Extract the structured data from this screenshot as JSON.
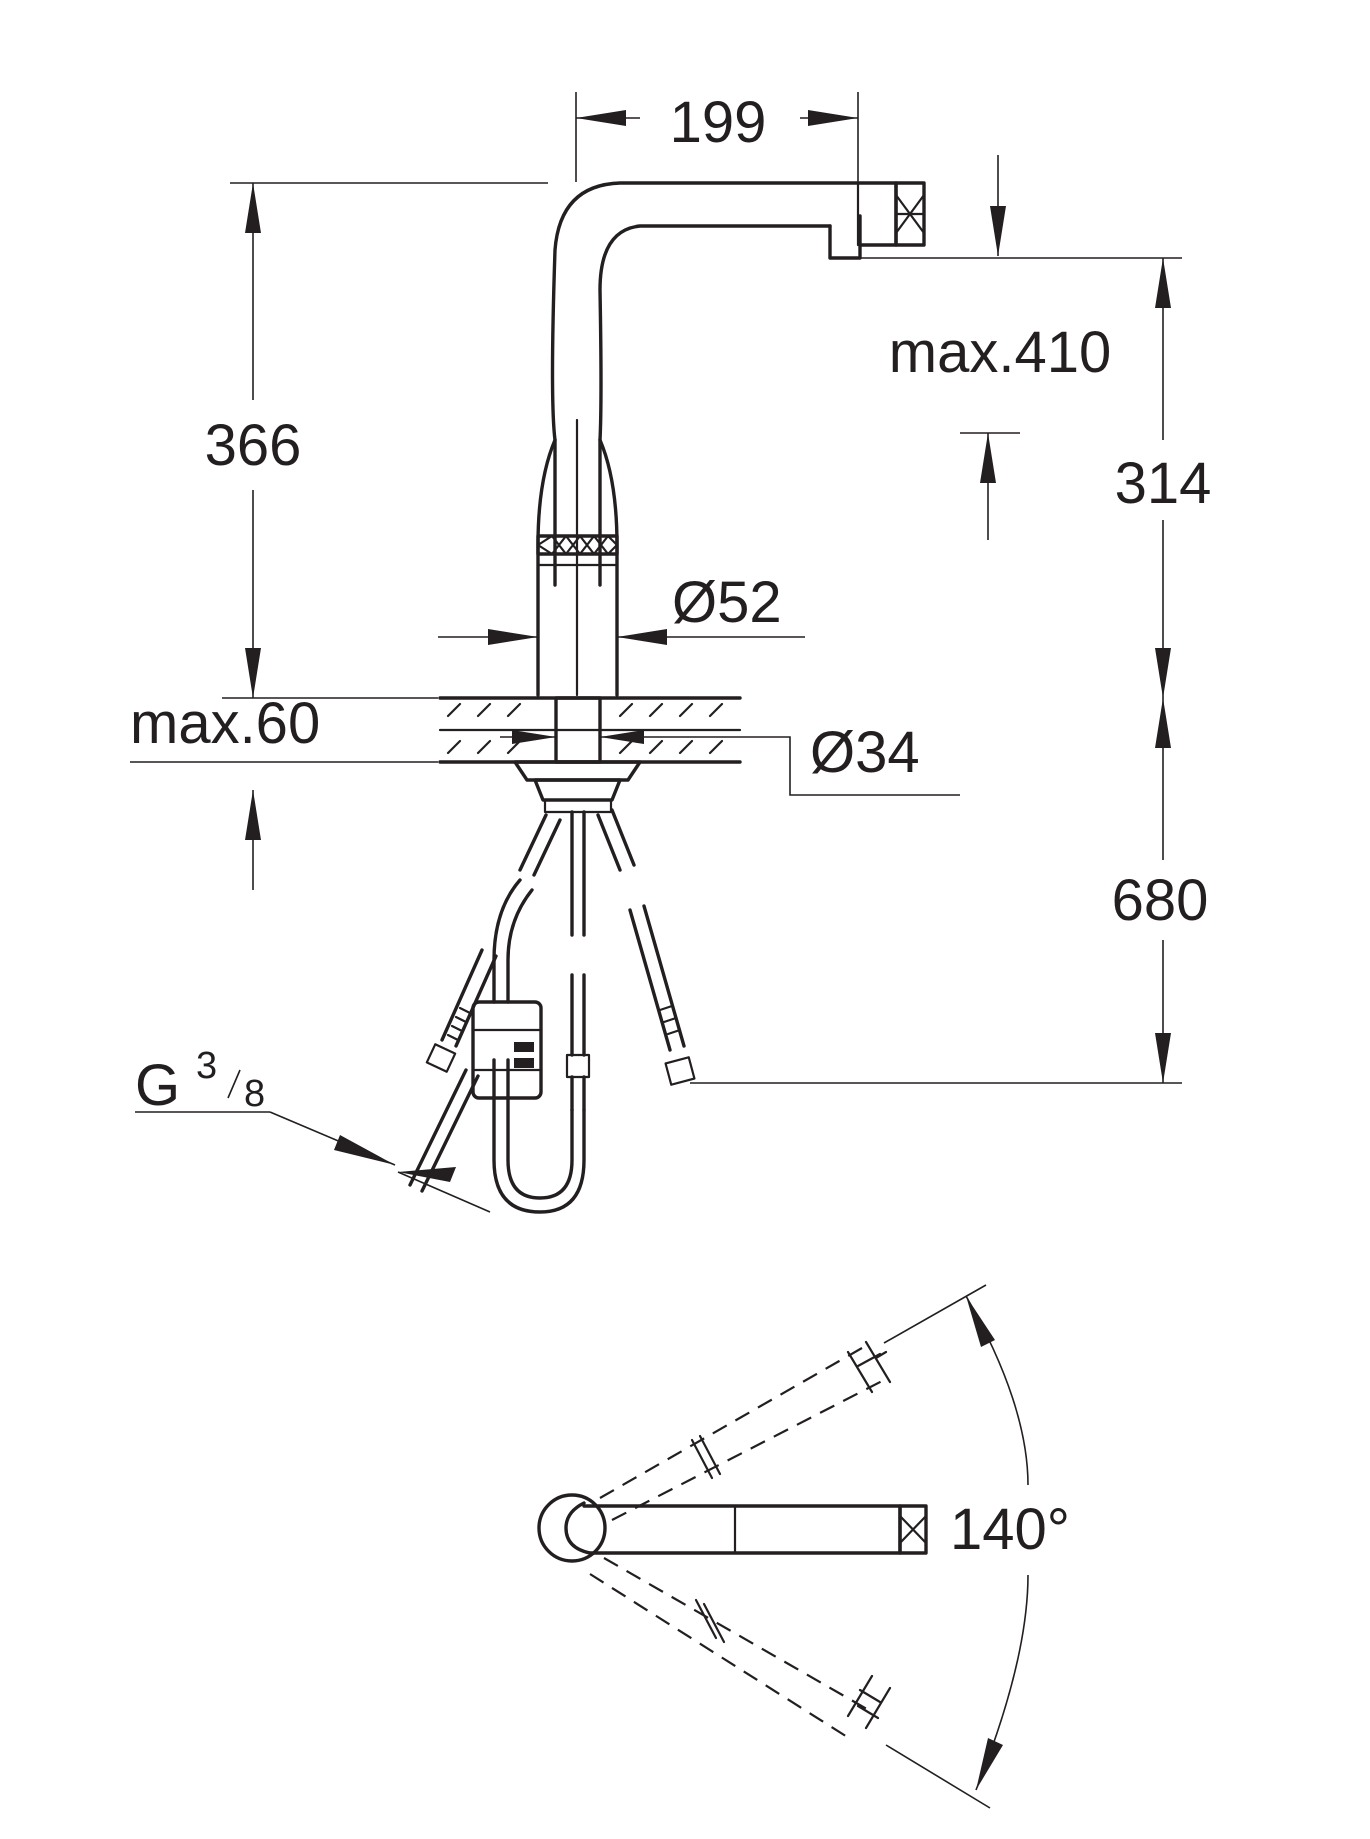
{
  "colors": {
    "line": "#231f20",
    "background": "#ffffff"
  },
  "dimensions": {
    "spout_reach": "199",
    "max_height": "max.410",
    "total_height": "366",
    "spout_height": "314",
    "body_diameter": "Ø52",
    "deck_thickness": "max.60",
    "hole_diameter": "Ø34",
    "hose_length": "680",
    "connection_g": "G",
    "connection_num": "3",
    "connection_den": "8",
    "swivel_angle": "140°"
  }
}
